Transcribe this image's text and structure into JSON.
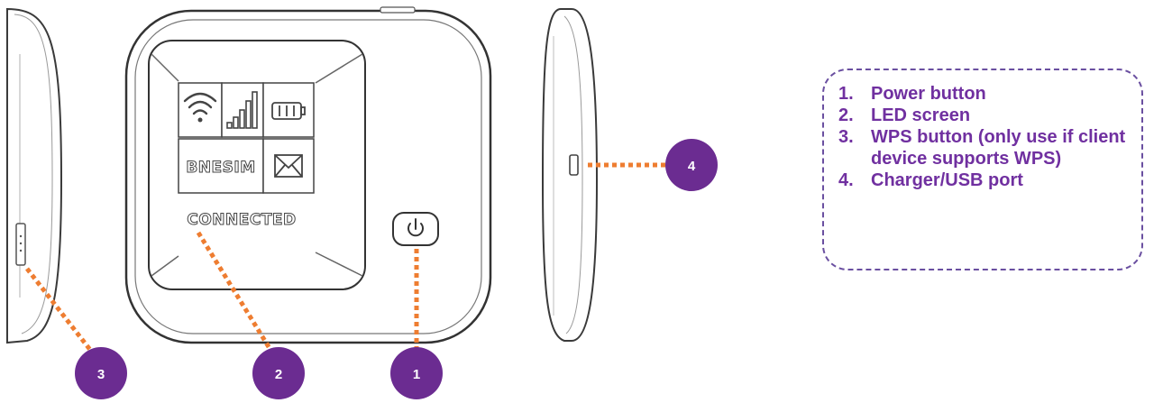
{
  "device": {
    "screen_label_brand": "BNESIM",
    "screen_label_status": "CONNECTED",
    "icons": [
      "wifi-icon",
      "signal-icon",
      "battery-icon",
      "envelope-icon",
      "power-icon"
    ]
  },
  "callouts": [
    {
      "number": "1",
      "target": "power-button"
    },
    {
      "number": "2",
      "target": "led-screen"
    },
    {
      "number": "3",
      "target": "wps-button"
    },
    {
      "number": "4",
      "target": "charger-port"
    }
  ],
  "legend": {
    "items": [
      {
        "number": "1.",
        "text": "Power button"
      },
      {
        "number": "2.",
        "text": "LED screen"
      },
      {
        "number": "3.",
        "text": "WPS button (only use if client device supports WPS)"
      },
      {
        "number": "4.",
        "text": "Charger/USB port"
      }
    ]
  },
  "colors": {
    "badge": "#6b2c91",
    "leader": "#ee7d31",
    "legend_text": "#7030a0",
    "legend_border": "#6a4fa0",
    "outline": "#3a3a3a"
  }
}
